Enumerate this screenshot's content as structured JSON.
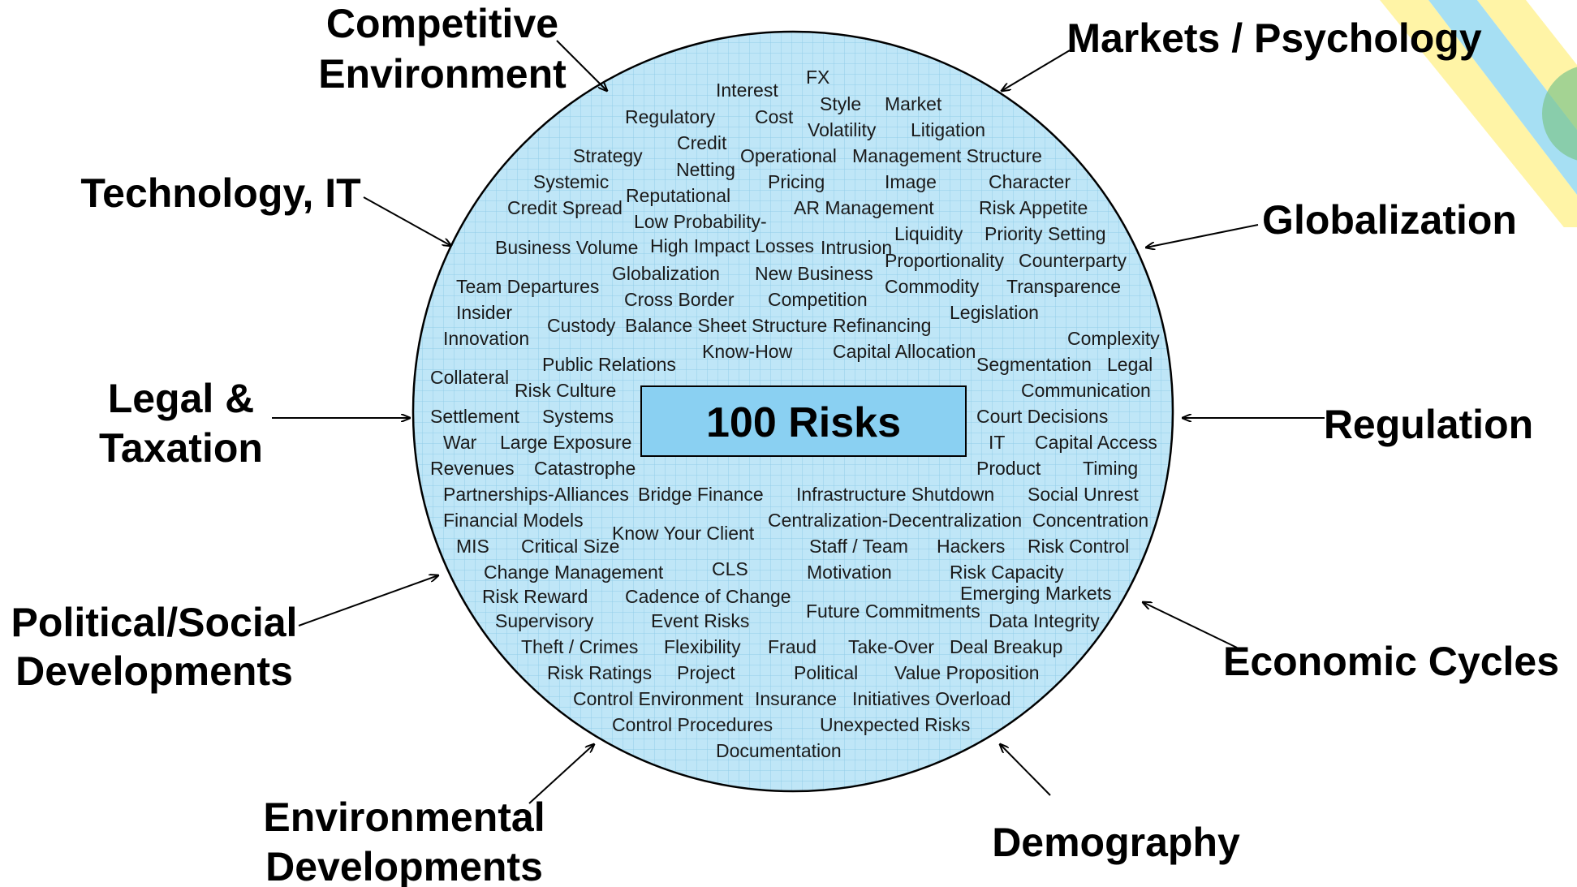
{
  "center": {
    "label": "100 Risks"
  },
  "drivers": {
    "competitive": [
      "Competitive",
      "Environment"
    ],
    "markets": [
      "Markets / Psychology"
    ],
    "technology": [
      "Technology, IT"
    ],
    "globalization": [
      "Globalization"
    ],
    "legal": [
      "Legal &",
      "Taxation"
    ],
    "regulation": [
      "Regulation"
    ],
    "political": [
      "Political/Social",
      "Developments"
    ],
    "economic": [
      "Economic Cycles"
    ],
    "environmental": [
      "Environmental",
      "Developments"
    ],
    "demography": [
      "Demography"
    ]
  },
  "risks": [
    "FX",
    "Interest",
    "Style",
    "Market",
    "Regulatory",
    "Cost",
    "Volatility",
    "Litigation",
    "Credit",
    "Strategy",
    "Operational",
    "Management Structure",
    "Netting",
    "Systemic",
    "Pricing",
    "Image",
    "Character",
    "Reputational",
    "Credit Spread",
    "AR Management",
    "Risk Appetite",
    "Low Probability-",
    "Liquidity",
    "Priority Setting",
    "Business Volume",
    "High Impact Losses",
    "Intrusion",
    "Proportionality",
    "Counterparty",
    "Globalization",
    "New Business",
    "Team Departures",
    "Commodity",
    "Transparence",
    "Cross Border",
    "Competition",
    "Insider",
    "Legislation",
    "Custody",
    "Balance Sheet Structure",
    "Refinancing",
    "Innovation",
    "Complexity",
    "Know-How",
    "Capital Allocation",
    "Public Relations",
    "Segmentation",
    "Legal",
    "Collateral",
    "Risk Culture",
    "Communication",
    "Settlement",
    "Systems",
    "Court Decisions",
    "War",
    "Large Exposure",
    "IT",
    "Capital Access",
    "Revenues",
    "Catastrophe",
    "Product",
    "Timing",
    "Partnerships-Alliances",
    "Bridge Finance",
    "Infrastructure Shutdown",
    "Social Unrest",
    "Financial Models",
    "Centralization-Decentralization",
    "Concentration",
    "Know Your Client",
    "MIS",
    "Critical Size",
    "Staff / Team",
    "Hackers",
    "Risk Control",
    "Change Management",
    "CLS",
    "Motivation",
    "Risk Capacity",
    "Risk Reward",
    "Cadence of Change",
    "Emerging Markets",
    "Future Commitments",
    "Supervisory",
    "Event Risks",
    "Data Integrity",
    "Theft / Crimes",
    "Flexibility",
    "Fraud",
    "Take-Over",
    "Deal Breakup",
    "Risk Ratings",
    "Project",
    "Political",
    "Value Proposition",
    "Control Environment",
    "Insurance",
    "Initiatives Overload",
    "Control Procedures",
    "Unexpected Risks",
    "Documentation"
  ],
  "colors": {
    "circle_fill": "#bfe6f7",
    "grid_line": "#8fcbe8",
    "center_box_fill": "#8ad0f2",
    "decor_yellow": "#fff4a6",
    "decor_blue": "#a6dff3",
    "decor_green": "#7ec48c"
  }
}
